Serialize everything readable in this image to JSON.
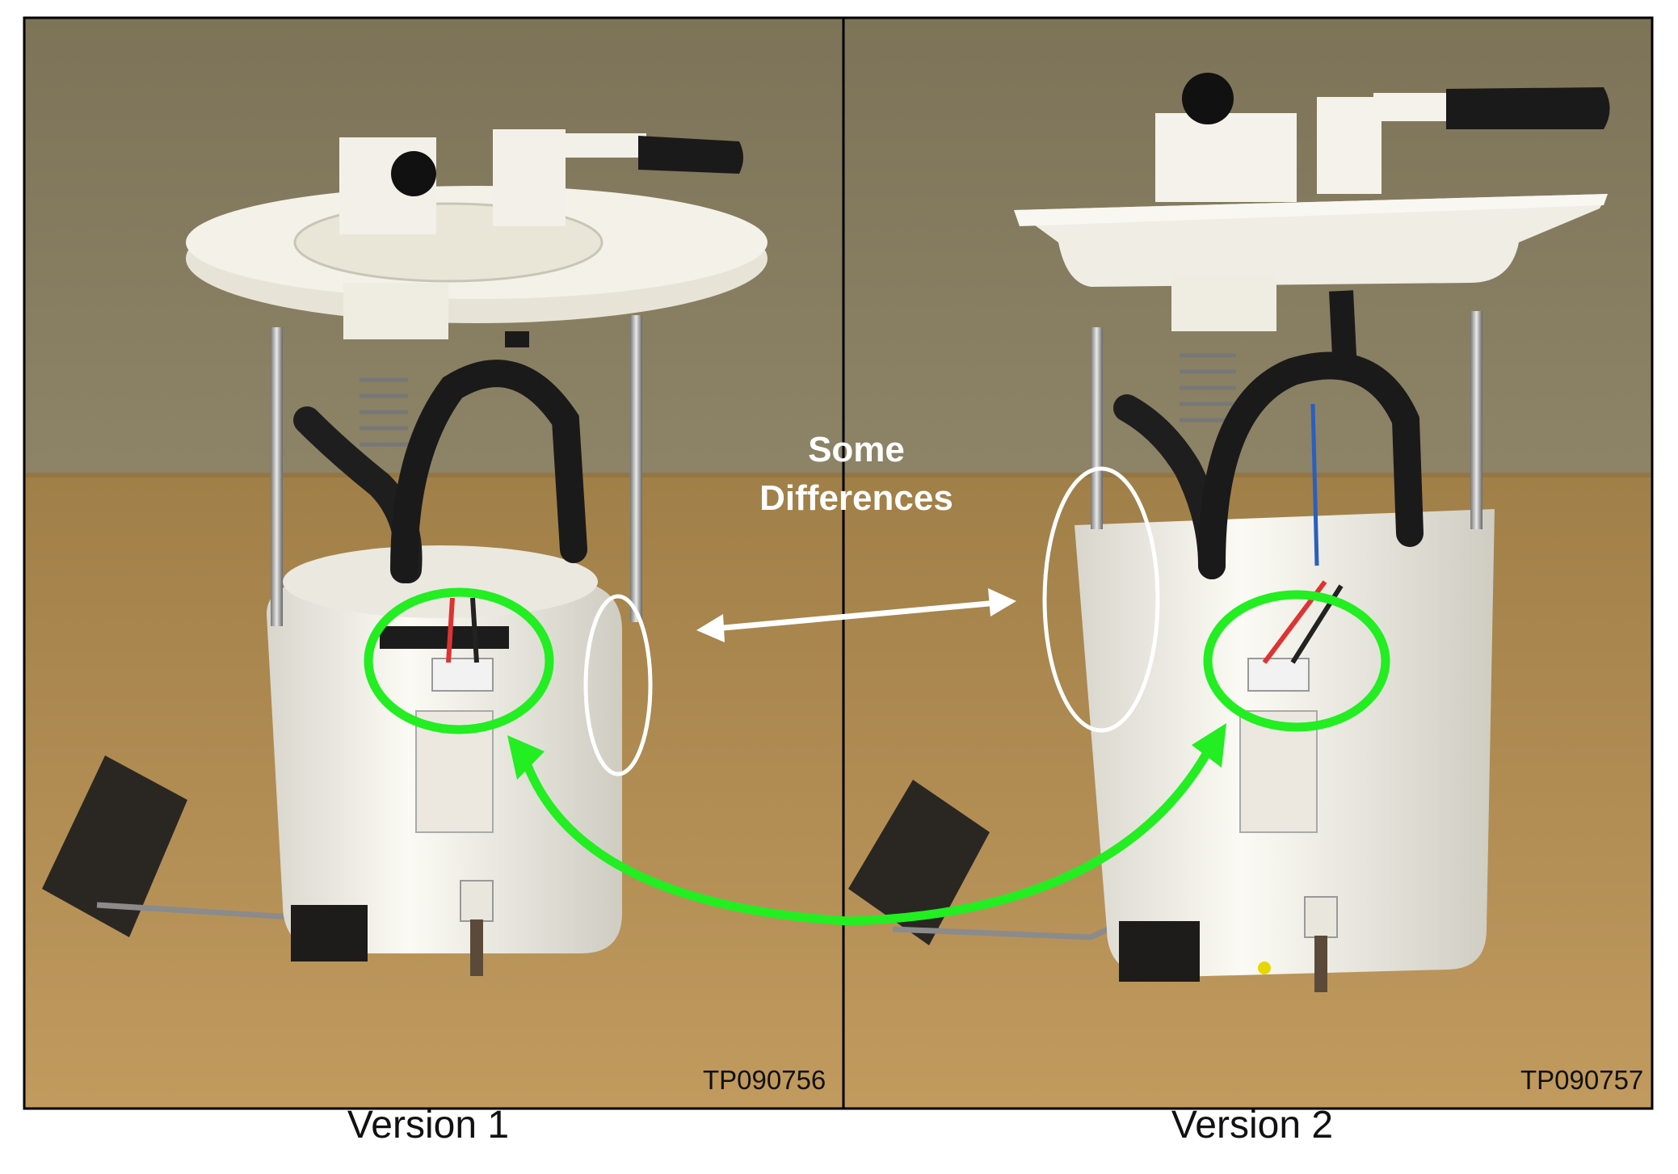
{
  "photos": [
    {
      "label": "Version 1",
      "code": "TP090756"
    },
    {
      "label": "Version 2",
      "code": "TP090757"
    }
  ],
  "annotation": {
    "line1": "Some",
    "line2": "Differences"
  },
  "colors": {
    "highlight_green": "#22ee22",
    "highlight_white": "#ffffff",
    "frame": "#000000"
  }
}
